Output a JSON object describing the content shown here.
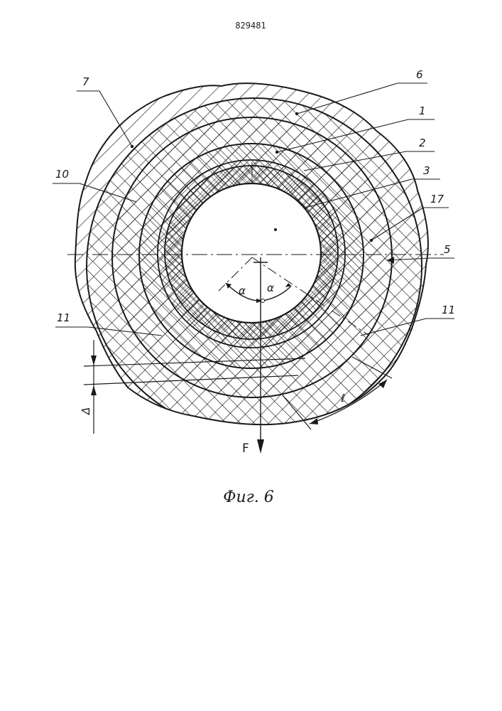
{
  "document": {
    "patent_number": "829481",
    "figure_caption": "Фиг. 6"
  },
  "labels": {
    "l1": "1",
    "l2": "2",
    "l3": "3",
    "l5": "5",
    "l6": "6",
    "l7": "7",
    "l10": "10",
    "l11_left": "11",
    "l11_right": "11",
    "l17": "17",
    "alpha_left": "α",
    "alpha_right": "α",
    "force": "F",
    "delta": "Δ",
    "ell": "ℓ"
  },
  "colors": {
    "ink": "#1a1a1a",
    "paper": "#ffffff"
  }
}
